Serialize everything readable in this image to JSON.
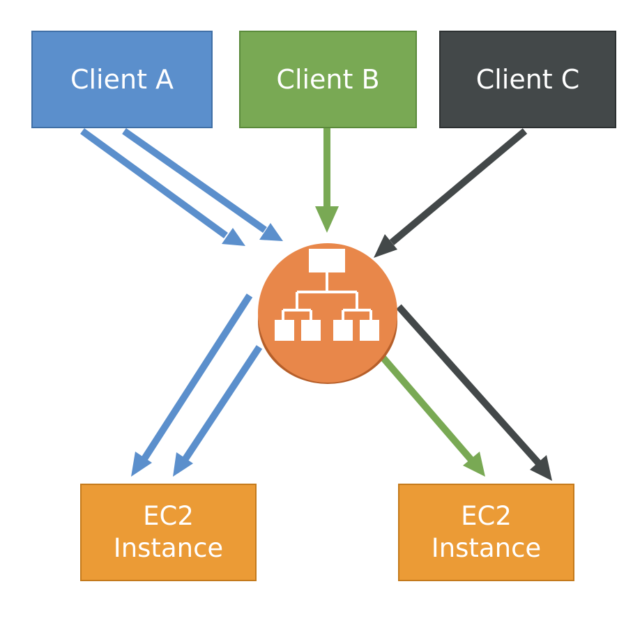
{
  "colors": {
    "client_a": "#5b8fcc",
    "client_a_border": "#3f6fa6",
    "client_b": "#79a954",
    "client_b_border": "#5a8a3a",
    "client_c": "#434849",
    "client_c_border": "#2c3031",
    "ec2": "#eb9b36",
    "ec2_border": "#c47a1c",
    "load_balancer": "#e8874a",
    "load_balancer_shadow": "#b65f2a",
    "arrow_a": "#5b8fcc",
    "arrow_b": "#79a954",
    "arrow_c": "#434849"
  },
  "clients": {
    "a": {
      "label": "Client A"
    },
    "b": {
      "label": "Client B"
    },
    "c": {
      "label": "Client C"
    }
  },
  "load_balancer": {
    "icon": "load-balancer-hierarchy-icon"
  },
  "instances": {
    "left": {
      "line1": "EC2",
      "line2": "Instance"
    },
    "right": {
      "line1": "EC2",
      "line2": "Instance"
    }
  }
}
